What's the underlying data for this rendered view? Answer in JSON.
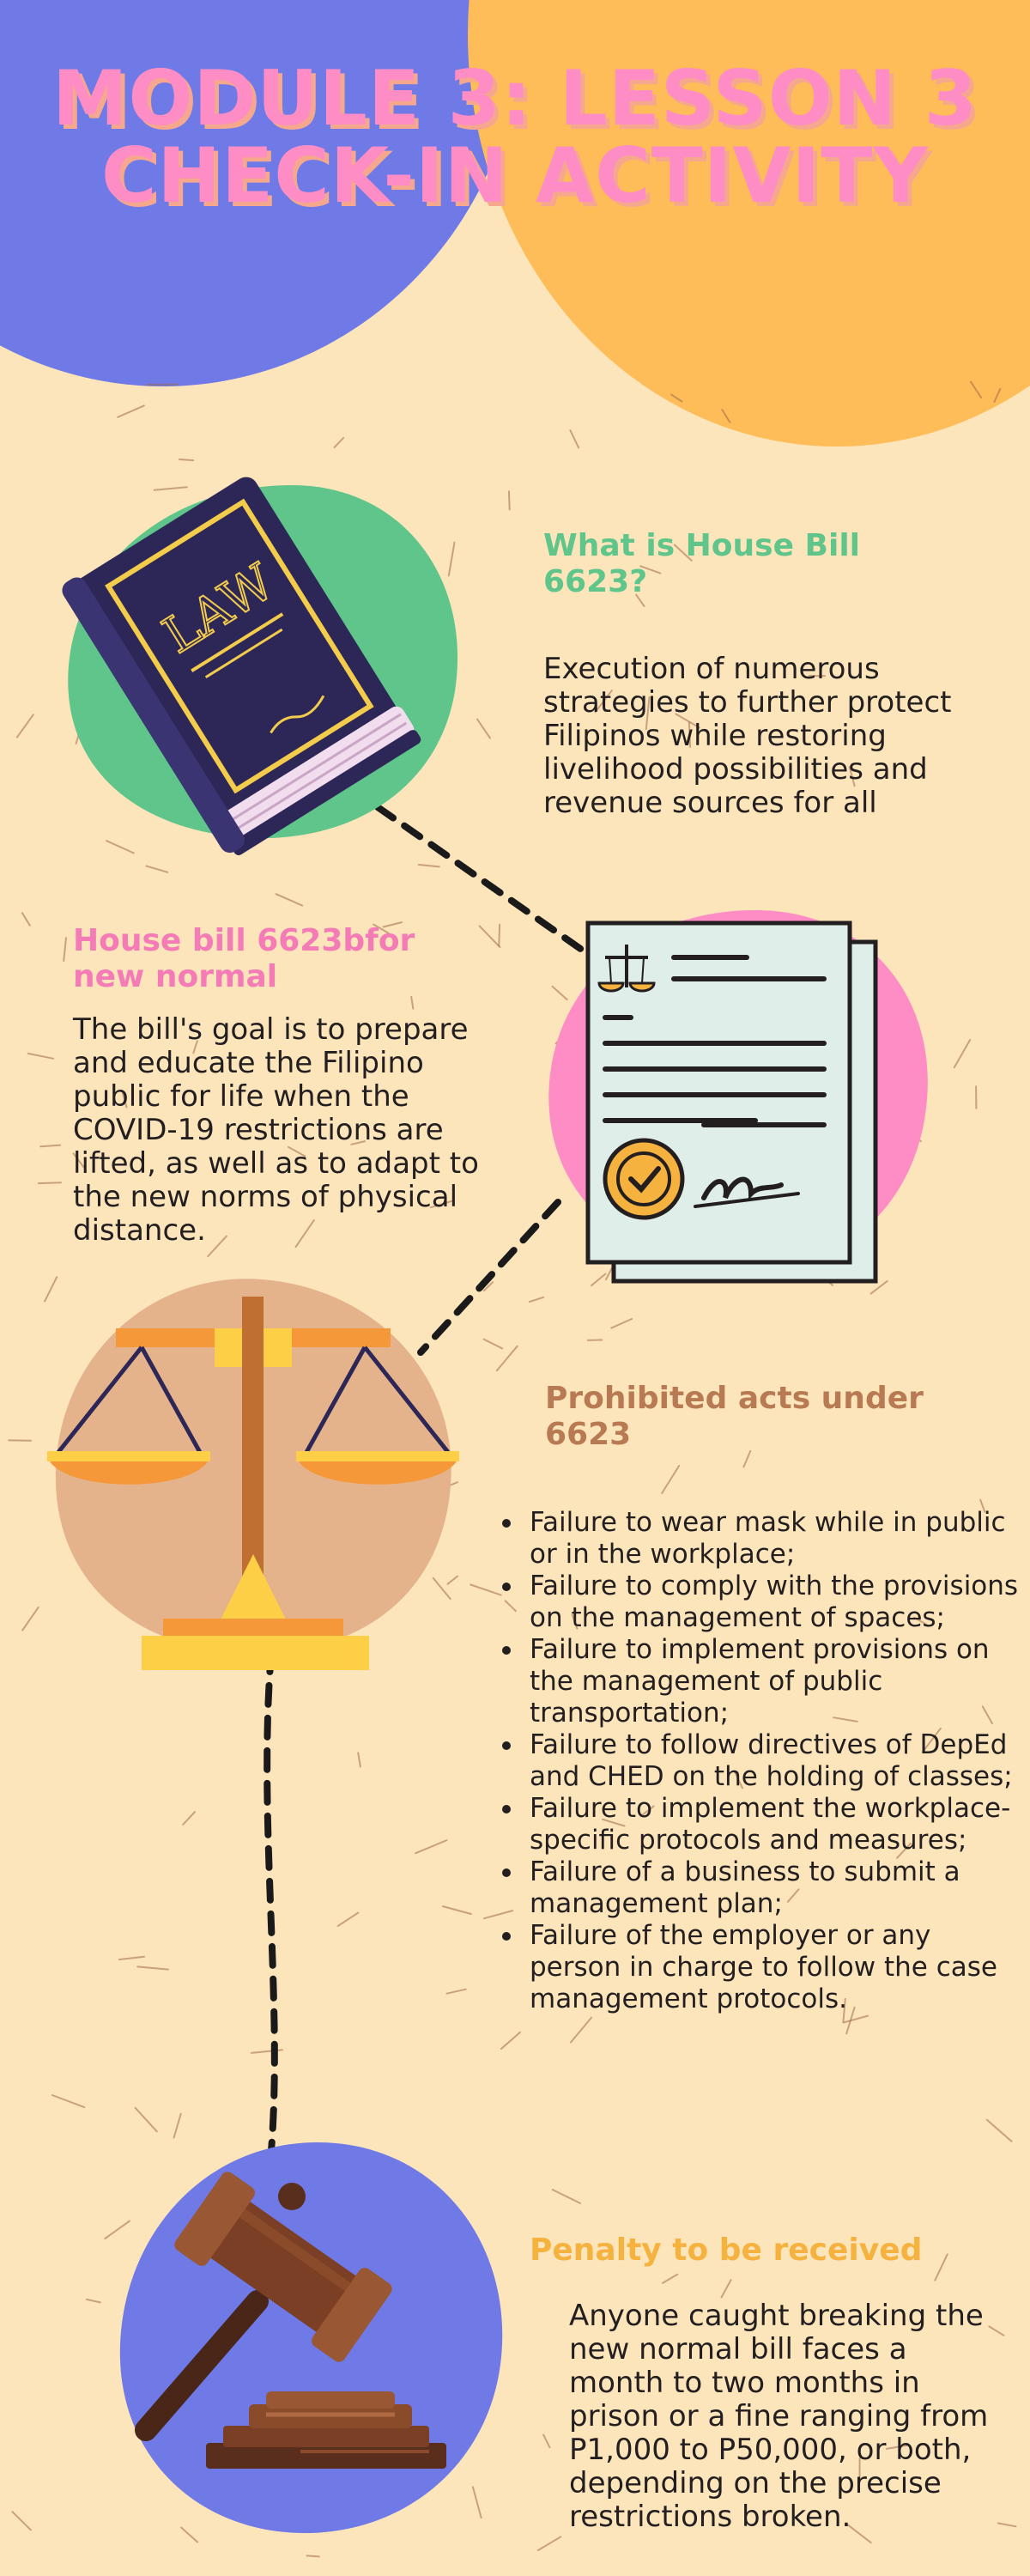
{
  "title": "MODULE 3: LESSON 3 CHECK-IN ACTIVITY",
  "colors": {
    "background": "#fde5bb",
    "blue": "#6f7ae6",
    "orange": "#febd58",
    "pink": "#fd8dc4",
    "green": "#5fc58a",
    "brown": "#b87a53",
    "yellow": "#f5b23f"
  },
  "sections": [
    {
      "heading": "What is House Bill 6623?",
      "body": "Execution of numerous strategies to further protect Filipinos while restoring livelihood possibilities and revenue sources for all",
      "icon": "law-book-icon",
      "book_label": "LAW"
    },
    {
      "heading": "House bill 6623bfor new normal",
      "body": "The bill's goal is to prepare and educate the Filipino public for life when the COVID-19 restrictions are lifted, as well as to adapt to the new norms of physical distance.",
      "icon": "legal-document-icon"
    },
    {
      "heading": "Prohibited acts under 6623",
      "items": [
        "Failure to wear mask while in public or in the workplace;",
        "Failure to comply with the provisions on the management of spaces;",
        "Failure to implement provisions on the management of public transportation;",
        "Failure to follow directives of DepEd and CHED on the holding of classes;",
        "Failure to implement the workplace-specific protocols and measures;",
        "Failure of a business to submit a management plan;",
        "Failure of the employer or any person in charge to follow the case management protocols."
      ],
      "icon": "scales-of-justice-icon"
    },
    {
      "heading": "Penalty to be received",
      "body": "Anyone caught breaking the new normal bill faces a month to two months in prison or a fine ranging from P1,000 to P50,000, or both, depending on the precise restrictions broken.",
      "icon": "gavel-icon"
    }
  ]
}
